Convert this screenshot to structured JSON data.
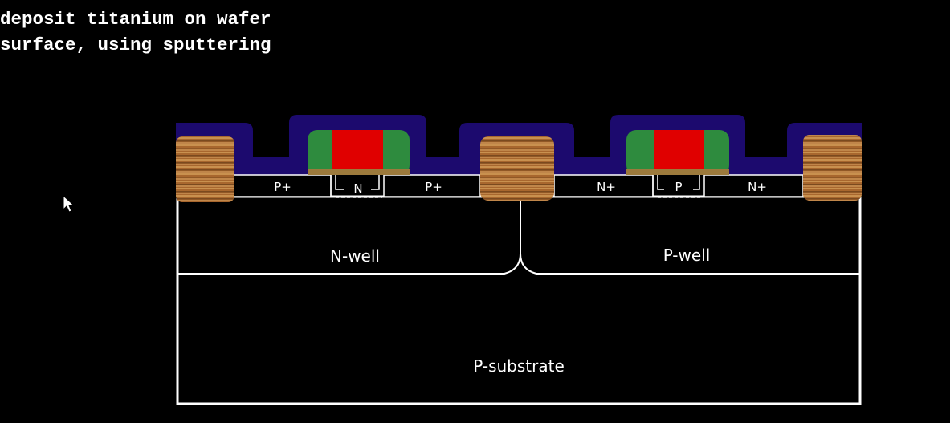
{
  "caption": {
    "line1": "deposit titanium on wafer",
    "line2": "surface, using sputtering"
  },
  "diagram": {
    "substrate_label": "P-substrate",
    "nwell_label": "N-well",
    "pwell_label": "P-well",
    "pmos": {
      "source_label": "P+",
      "drain_label": "P+",
      "channel_label": "N"
    },
    "nmos": {
      "source_label": "N+",
      "drain_label": "N+",
      "channel_label": "P"
    }
  },
  "colors": {
    "background": "#000000",
    "titanium_layer": "#1c0a6e",
    "spacer": "#2e8b3e",
    "gate": "#e00000",
    "field_oxide": "#a86a30",
    "outline": "#ffffff"
  }
}
